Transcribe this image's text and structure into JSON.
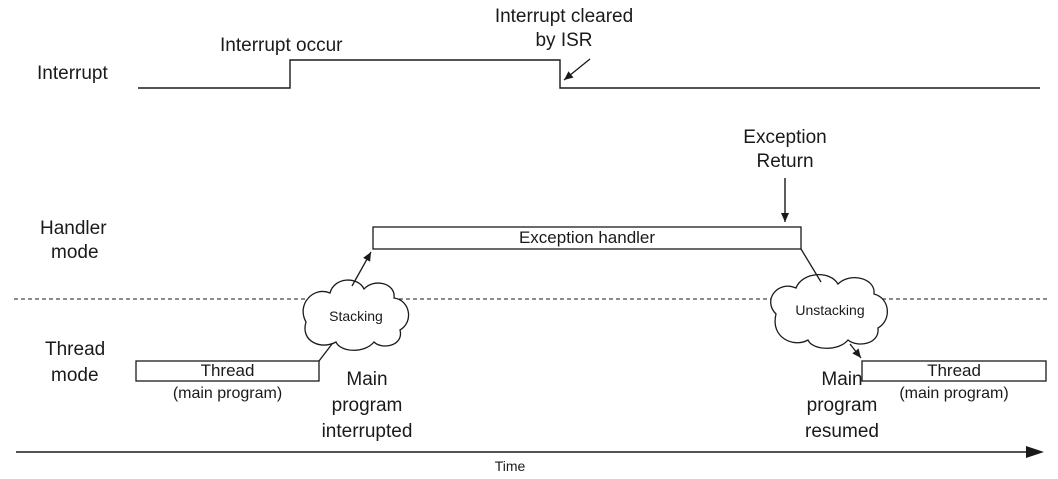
{
  "rows": {
    "interrupt": "Interrupt",
    "handler_mode": [
      "Handler",
      "mode"
    ],
    "thread_mode": [
      "Thread",
      "mode"
    ]
  },
  "annotations": {
    "interrupt_occur": "Interrupt occur",
    "interrupt_cleared": [
      "Interrupt cleared",
      "by ISR"
    ],
    "exception_return": [
      "Exception",
      "Return"
    ],
    "exception_handler": "Exception handler",
    "stacking": "Stacking",
    "unstacking": "Unstacking",
    "thread_left": [
      "Thread",
      "(main program)"
    ],
    "thread_right": [
      "Thread",
      "(main program)"
    ],
    "main_interrupted": [
      "Main",
      "program",
      "interrupted"
    ],
    "main_resumed": [
      "Main",
      "program",
      "resumed"
    ]
  },
  "axis": {
    "time": "Time"
  }
}
